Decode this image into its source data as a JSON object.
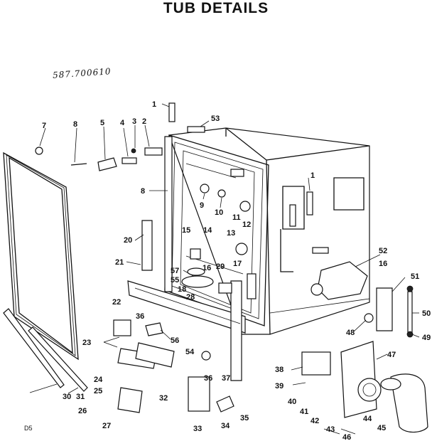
{
  "title": "TUB DETAILS",
  "handwritten_model": "587.700610",
  "diagram_code": "D5",
  "callouts": [
    {
      "id": "c1a",
      "text": "1"
    },
    {
      "id": "c53",
      "text": "53"
    },
    {
      "id": "c7",
      "text": "7"
    },
    {
      "id": "c8a",
      "text": "8"
    },
    {
      "id": "c5",
      "text": "5"
    },
    {
      "id": "c4",
      "text": "4"
    },
    {
      "id": "c3",
      "text": "3"
    },
    {
      "id": "c2",
      "text": "2"
    },
    {
      "id": "c8b",
      "text": "8"
    },
    {
      "id": "c1b",
      "text": "1"
    },
    {
      "id": "c9",
      "text": "9"
    },
    {
      "id": "c10",
      "text": "10"
    },
    {
      "id": "c11",
      "text": "11"
    },
    {
      "id": "c12",
      "text": "12"
    },
    {
      "id": "c20",
      "text": "20"
    },
    {
      "id": "c15",
      "text": "15"
    },
    {
      "id": "c14",
      "text": "14"
    },
    {
      "id": "c13",
      "text": "13"
    },
    {
      "id": "c21",
      "text": "21"
    },
    {
      "id": "c57",
      "text": "57"
    },
    {
      "id": "c55",
      "text": "55"
    },
    {
      "id": "c16a",
      "text": "16"
    },
    {
      "id": "c29",
      "text": "29"
    },
    {
      "id": "c17",
      "text": "17"
    },
    {
      "id": "c52",
      "text": "52"
    },
    {
      "id": "c16b",
      "text": "16"
    },
    {
      "id": "c51",
      "text": "51"
    },
    {
      "id": "c18",
      "text": "18"
    },
    {
      "id": "c28",
      "text": "28"
    },
    {
      "id": "c22",
      "text": "22"
    },
    {
      "id": "c50",
      "text": "50"
    },
    {
      "id": "c36a",
      "text": "36"
    },
    {
      "id": "c48",
      "text": "48"
    },
    {
      "id": "c49",
      "text": "49"
    },
    {
      "id": "c23",
      "text": "23"
    },
    {
      "id": "c56",
      "text": "56"
    },
    {
      "id": "c47",
      "text": "47"
    },
    {
      "id": "c54",
      "text": "54"
    },
    {
      "id": "c24",
      "text": "24"
    },
    {
      "id": "c36b",
      "text": "36"
    },
    {
      "id": "c37",
      "text": "37"
    },
    {
      "id": "c38",
      "text": "38"
    },
    {
      "id": "c25",
      "text": "25"
    },
    {
      "id": "c32",
      "text": "32"
    },
    {
      "id": "c39",
      "text": "39"
    },
    {
      "id": "c30",
      "text": "30"
    },
    {
      "id": "c31",
      "text": "31"
    },
    {
      "id": "c40",
      "text": "40"
    },
    {
      "id": "c26",
      "text": "26"
    },
    {
      "id": "c41",
      "text": "41"
    },
    {
      "id": "c42",
      "text": "42"
    },
    {
      "id": "c44",
      "text": "44"
    },
    {
      "id": "c27",
      "text": "27"
    },
    {
      "id": "c33",
      "text": "33"
    },
    {
      "id": "c34",
      "text": "34"
    },
    {
      "id": "c35",
      "text": "35"
    },
    {
      "id": "c43",
      "text": "43"
    },
    {
      "id": "c45",
      "text": "45"
    },
    {
      "id": "c46",
      "text": "46"
    }
  ]
}
